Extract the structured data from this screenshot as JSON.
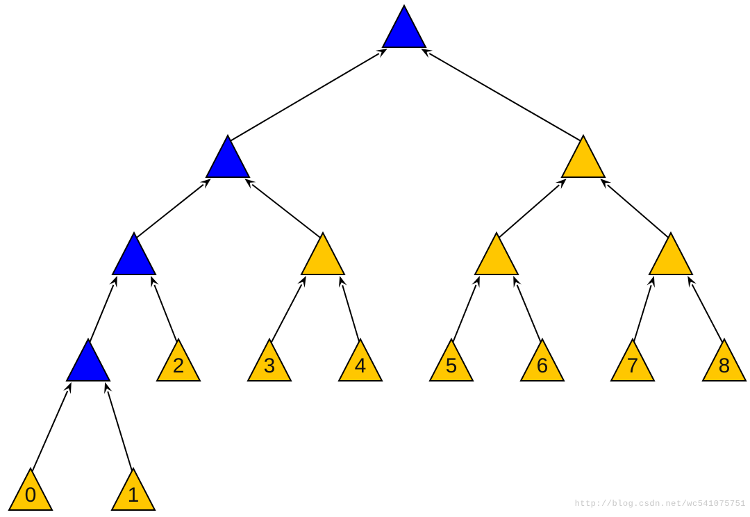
{
  "diagram": {
    "colors": {
      "selected": "#0000ff",
      "default": "#ffc700",
      "stroke": "#000000"
    },
    "nodes": [
      {
        "id": "root",
        "label": "",
        "state": "selected"
      },
      {
        "id": "a",
        "label": "",
        "state": "selected"
      },
      {
        "id": "b",
        "label": "",
        "state": "default"
      },
      {
        "id": "c",
        "label": "",
        "state": "selected"
      },
      {
        "id": "d",
        "label": "",
        "state": "default"
      },
      {
        "id": "e",
        "label": "",
        "state": "default"
      },
      {
        "id": "f",
        "label": "",
        "state": "default"
      },
      {
        "id": "g",
        "label": "",
        "state": "selected"
      },
      {
        "id": "n0",
        "label": "0",
        "state": "default"
      },
      {
        "id": "n1",
        "label": "1",
        "state": "default"
      },
      {
        "id": "n2",
        "label": "2",
        "state": "default"
      },
      {
        "id": "n3",
        "label": "3",
        "state": "default"
      },
      {
        "id": "n4",
        "label": "4",
        "state": "default"
      },
      {
        "id": "n5",
        "label": "5",
        "state": "default"
      },
      {
        "id": "n6",
        "label": "6",
        "state": "default"
      },
      {
        "id": "n7",
        "label": "7",
        "state": "default"
      },
      {
        "id": "n8",
        "label": "8",
        "state": "default"
      }
    ],
    "edges": [
      {
        "from": "a",
        "to": "root"
      },
      {
        "from": "b",
        "to": "root"
      },
      {
        "from": "c",
        "to": "a"
      },
      {
        "from": "d",
        "to": "a"
      },
      {
        "from": "e",
        "to": "b"
      },
      {
        "from": "f",
        "to": "b"
      },
      {
        "from": "g",
        "to": "c"
      },
      {
        "from": "n2",
        "to": "c"
      },
      {
        "from": "n3",
        "to": "d"
      },
      {
        "from": "n4",
        "to": "d"
      },
      {
        "from": "n5",
        "to": "e"
      },
      {
        "from": "n6",
        "to": "e"
      },
      {
        "from": "n7",
        "to": "f"
      },
      {
        "from": "n8",
        "to": "f"
      },
      {
        "from": "n0",
        "to": "g"
      },
      {
        "from": "n1",
        "to": "g"
      }
    ]
  },
  "watermark": "http://blog.csdn.net/wc541075751"
}
